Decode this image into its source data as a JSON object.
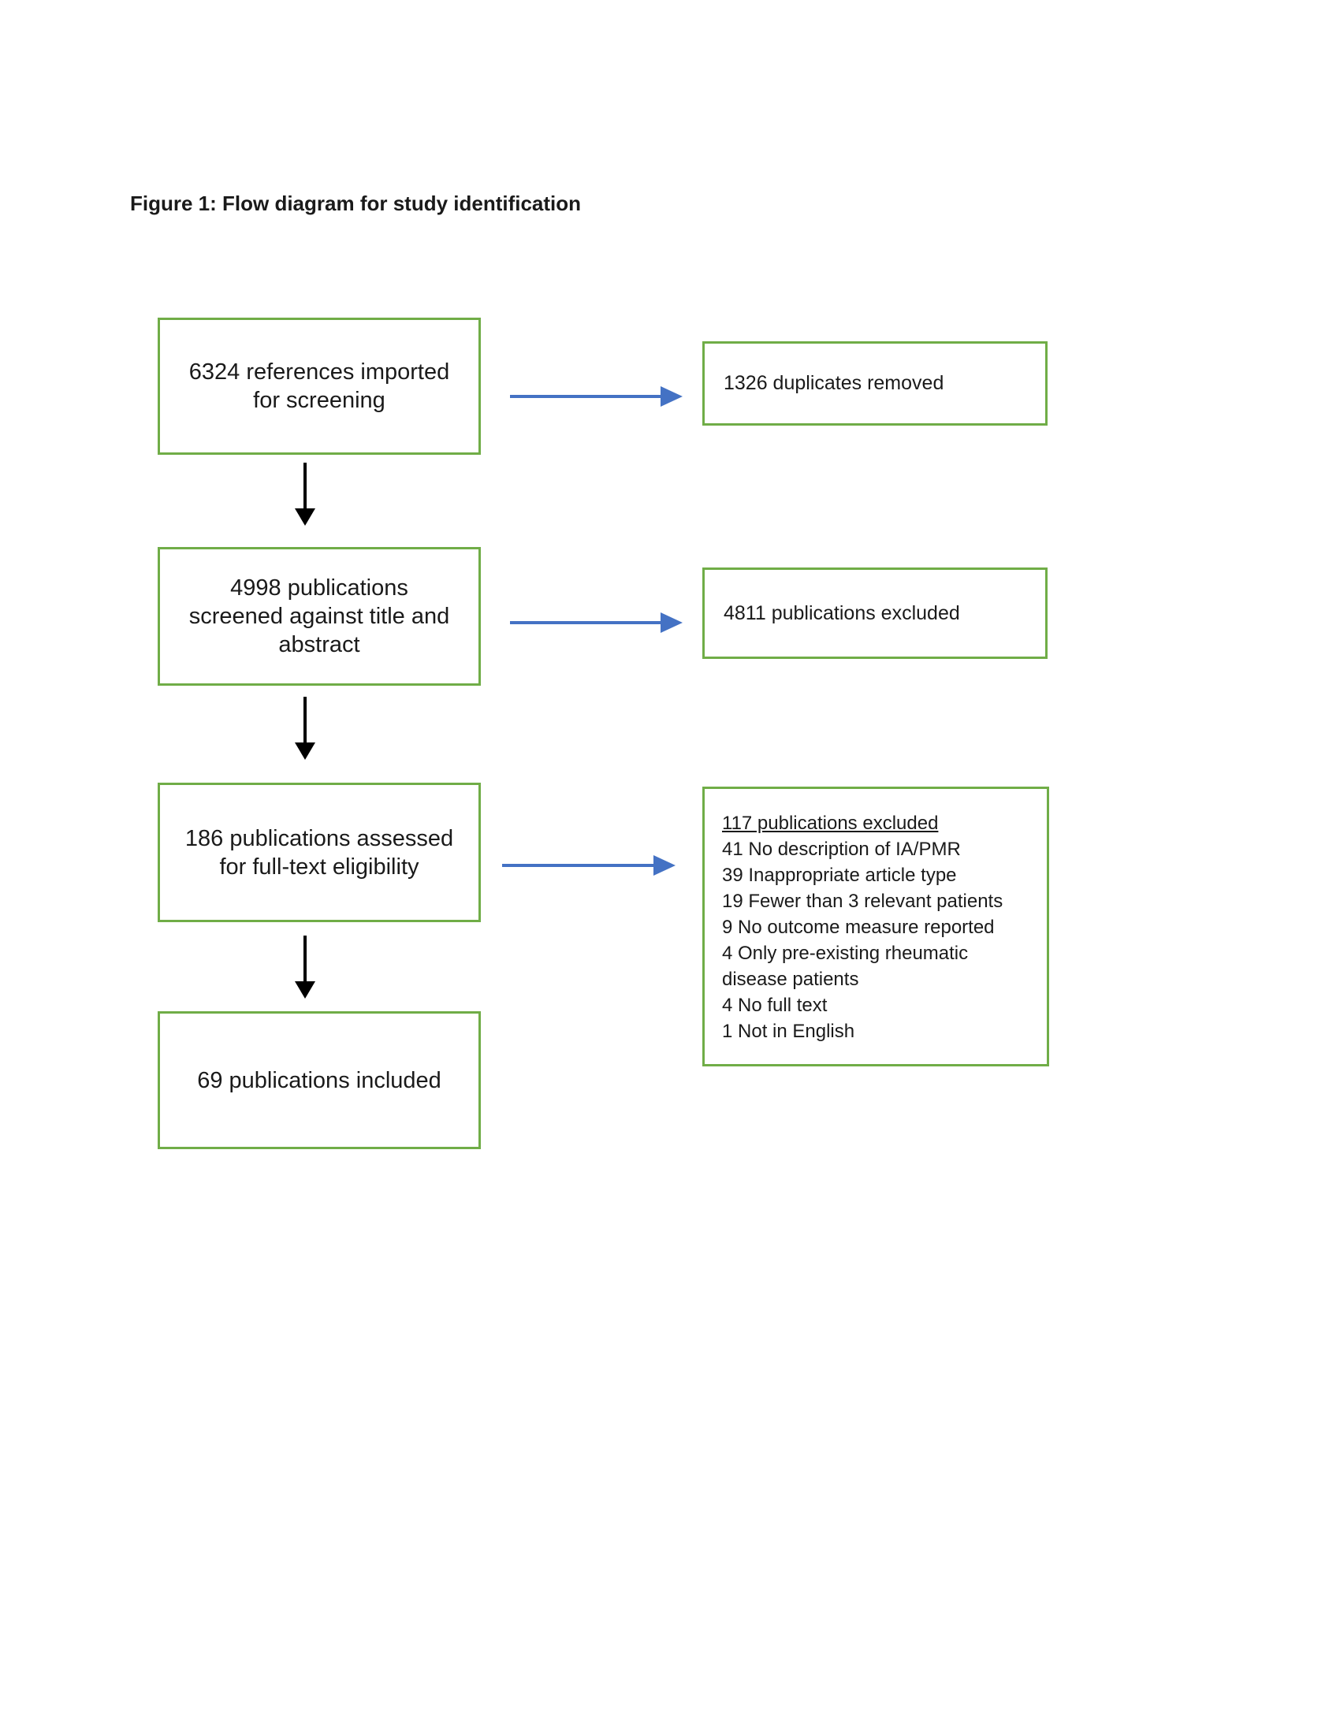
{
  "title": "Figure 1: Flow diagram for study identification",
  "colors": {
    "box_border_green": "#70AD47",
    "arrow_blue": "#4472C4",
    "arrow_black": "#000000",
    "text": "#1a1a1a",
    "background": "#ffffff"
  },
  "flow": {
    "left_boxes": [
      {
        "label": "6324 references imported\nfor screening"
      },
      {
        "label": "4998 publications\nscreened against title and\nabstract"
      },
      {
        "label": "186 publications assessed\nfor full-text eligibility"
      },
      {
        "label": "69 publications included"
      }
    ],
    "right_boxes": [
      {
        "label": "1326 duplicates removed"
      },
      {
        "label": "4811 publications excluded"
      },
      {
        "header": "117 publications excluded",
        "items": [
          "41 No description of IA/PMR",
          "39 Inappropriate article type",
          "19 Fewer than 3 relevant patients",
          "9 No outcome measure reported",
          "4 Only pre-existing rheumatic disease patients",
          "4 No full text",
          "1 Not in English"
        ]
      }
    ]
  }
}
